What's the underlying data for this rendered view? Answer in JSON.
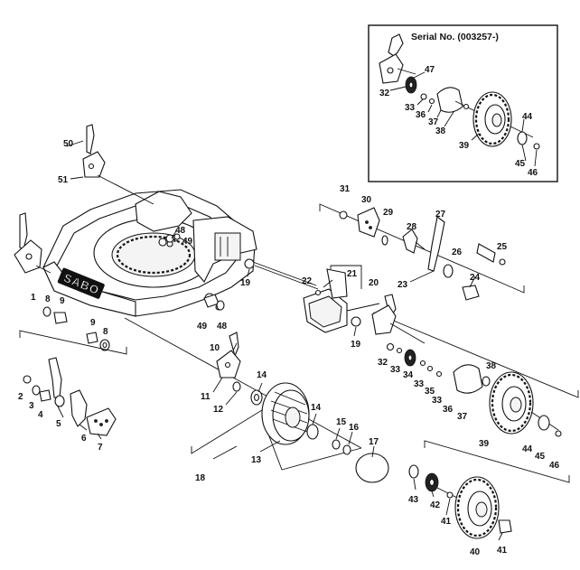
{
  "inset": {
    "serial_label": "Serial No. (003257-)"
  },
  "brand": "SABO",
  "callouts": [
    {
      "id": "c50",
      "text": "50"
    },
    {
      "id": "c51",
      "text": "51"
    },
    {
      "id": "c48a",
      "text": "48"
    },
    {
      "id": "c49a",
      "text": "49"
    },
    {
      "id": "c1",
      "text": "1"
    },
    {
      "id": "c8a",
      "text": "8"
    },
    {
      "id": "c9a",
      "text": "9"
    },
    {
      "id": "c9b",
      "text": "9"
    },
    {
      "id": "c8b",
      "text": "8"
    },
    {
      "id": "c49b",
      "text": "49"
    },
    {
      "id": "c48b",
      "text": "48"
    },
    {
      "id": "c19a",
      "text": "19"
    },
    {
      "id": "c22",
      "text": "22"
    },
    {
      "id": "c21",
      "text": "21"
    },
    {
      "id": "c20",
      "text": "20"
    },
    {
      "id": "c19b",
      "text": "19"
    },
    {
      "id": "c23",
      "text": "23"
    },
    {
      "id": "c31",
      "text": "31"
    },
    {
      "id": "c30",
      "text": "30"
    },
    {
      "id": "c29",
      "text": "29"
    },
    {
      "id": "c28",
      "text": "28"
    },
    {
      "id": "c27",
      "text": "27"
    },
    {
      "id": "c26",
      "text": "26"
    },
    {
      "id": "c25",
      "text": "25"
    },
    {
      "id": "c24",
      "text": "24"
    },
    {
      "id": "c47",
      "text": "47"
    },
    {
      "id": "c32a",
      "text": "32"
    },
    {
      "id": "c33a",
      "text": "33"
    },
    {
      "id": "c36a",
      "text": "36"
    },
    {
      "id": "c37a",
      "text": "37"
    },
    {
      "id": "c38a",
      "text": "38"
    },
    {
      "id": "c39a",
      "text": "39"
    },
    {
      "id": "c44a",
      "text": "44"
    },
    {
      "id": "c45a",
      "text": "45"
    },
    {
      "id": "c46a",
      "text": "46"
    },
    {
      "id": "c10",
      "text": "10"
    },
    {
      "id": "c11",
      "text": "11"
    },
    {
      "id": "c12",
      "text": "12"
    },
    {
      "id": "c14a",
      "text": "14"
    },
    {
      "id": "c14b",
      "text": "14"
    },
    {
      "id": "c15",
      "text": "15"
    },
    {
      "id": "c16",
      "text": "16"
    },
    {
      "id": "c13",
      "text": "13"
    },
    {
      "id": "c17",
      "text": "17"
    },
    {
      "id": "c18",
      "text": "18"
    },
    {
      "id": "c2",
      "text": "2"
    },
    {
      "id": "c3",
      "text": "3"
    },
    {
      "id": "c4",
      "text": "4"
    },
    {
      "id": "c5",
      "text": "5"
    },
    {
      "id": "c6",
      "text": "6"
    },
    {
      "id": "c7",
      "text": "7"
    },
    {
      "id": "c32b",
      "text": "32"
    },
    {
      "id": "c33b",
      "text": "33"
    },
    {
      "id": "c34",
      "text": "34"
    },
    {
      "id": "c33c",
      "text": "33"
    },
    {
      "id": "c35",
      "text": "35"
    },
    {
      "id": "c33d",
      "text": "33"
    },
    {
      "id": "c36b",
      "text": "36"
    },
    {
      "id": "c37b",
      "text": "37"
    },
    {
      "id": "c38b",
      "text": "38"
    },
    {
      "id": "c39b",
      "text": "39"
    },
    {
      "id": "c44b",
      "text": "44"
    },
    {
      "id": "c45b",
      "text": "45"
    },
    {
      "id": "c46b",
      "text": "46"
    },
    {
      "id": "c43",
      "text": "43"
    },
    {
      "id": "c42",
      "text": "42"
    },
    {
      "id": "c41a",
      "text": "41"
    },
    {
      "id": "c40",
      "text": "40"
    },
    {
      "id": "c41b",
      "text": "41"
    }
  ]
}
